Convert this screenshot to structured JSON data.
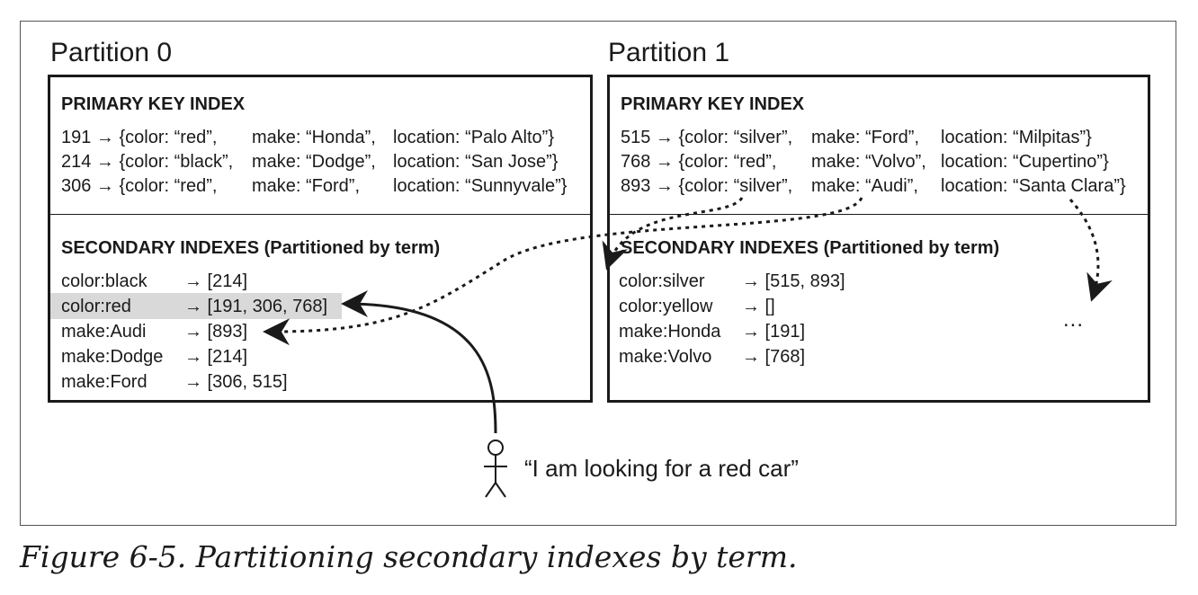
{
  "partitions": [
    {
      "title": "Partition 0",
      "primary_heading": "PRIMARY KEY INDEX",
      "primary_rows": [
        {
          "key": "191 → {color: “red”,",
          "make": "make: “Honda”,",
          "location": "location: “Palo Alto”}"
        },
        {
          "key": "214 → {color: “black”,",
          "make": "make: “Dodge”,",
          "location": "location: “San Jose”}"
        },
        {
          "key": "306 → {color: “red”,",
          "make": "make: “Ford”,",
          "location": "location: “Sunnyvale”}"
        }
      ],
      "secondary_heading": "SECONDARY INDEXES (Partitioned by term)",
      "secondary_rows": [
        {
          "term": "color:black",
          "ids": "→ [214]",
          "highlighted": false
        },
        {
          "term": "color:red",
          "ids": "→ [191, 306, 768]",
          "highlighted": true
        },
        {
          "term": "make:Audi",
          "ids": "→ [893]",
          "highlighted": false
        },
        {
          "term": "make:Dodge",
          "ids": "→ [214]",
          "highlighted": false
        },
        {
          "term": "make:Ford",
          "ids": "→ [306, 515]",
          "highlighted": false
        }
      ]
    },
    {
      "title": "Partition 1",
      "primary_heading": "PRIMARY KEY INDEX",
      "primary_rows": [
        {
          "key": "515 → {color: “silver”,",
          "make": "make: “Ford”,",
          "location": "location: “Milpitas”}"
        },
        {
          "key": "768 → {color: “red”,",
          "make": "make: “Volvo”,",
          "location": "location: “Cupertino”}"
        },
        {
          "key": "893 → {color: “silver”,",
          "make": "make: “Audi”,",
          "location": "location: “Santa Clara”}"
        }
      ],
      "secondary_heading": "SECONDARY INDEXES (Partitioned by term)",
      "secondary_rows": [
        {
          "term": "color:silver",
          "ids": "→ [515, 893]",
          "highlighted": false
        },
        {
          "term": "color:yellow",
          "ids": "→ []",
          "highlighted": false
        },
        {
          "term": "make:Honda",
          "ids": "→ [191]",
          "highlighted": false
        },
        {
          "term": "make:Volvo",
          "ids": "→ [768]",
          "highlighted": false
        }
      ],
      "ellipsis": "..."
    }
  ],
  "user_query": "“I am looking for a red car”",
  "caption": "Figure 6-5. Partitioning secondary indexes by term.",
  "colors": {
    "ink": "#1a1a1a",
    "highlight": "#d9d9d9",
    "frame": "#555555"
  }
}
